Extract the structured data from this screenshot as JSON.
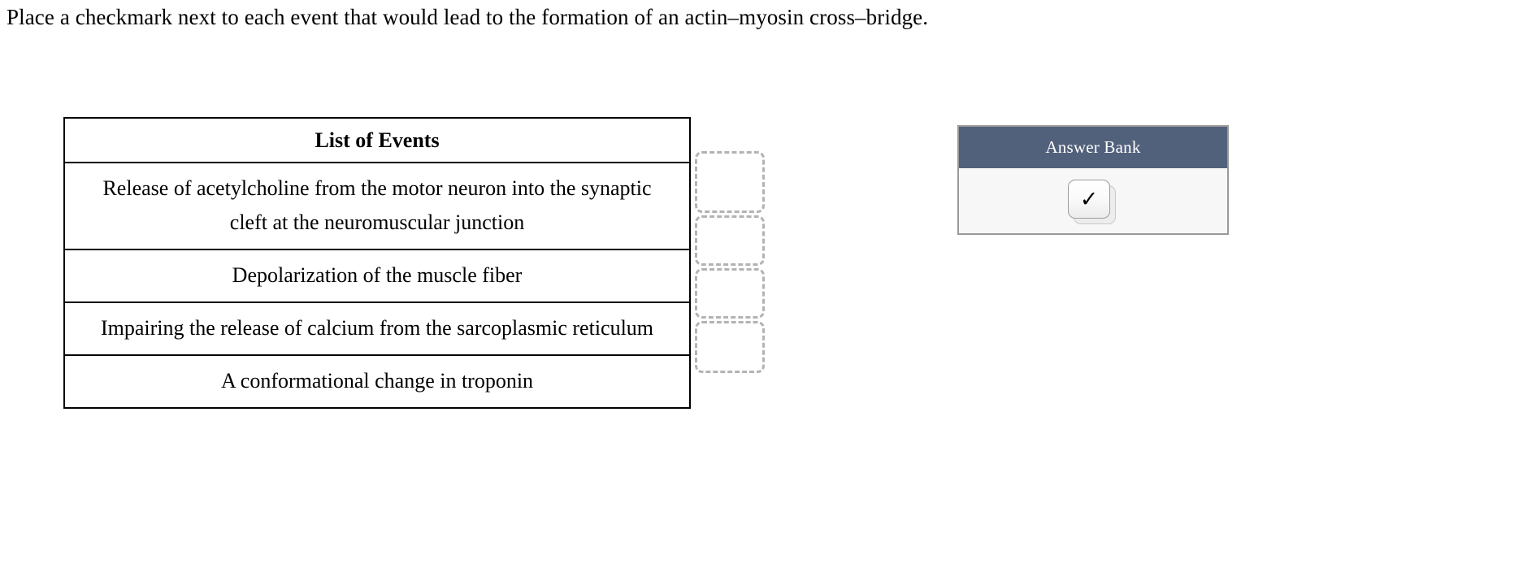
{
  "prompt": {
    "text": "Place a checkmark next to each event that would lead to the formation of an actin–myosin cross–bridge."
  },
  "events_table": {
    "header": "List of Events",
    "rows": [
      {
        "label": "Release of acetylcholine from the motor neuron into the synaptic cleft at the neuromuscular junction"
      },
      {
        "label": "Depolarization of the muscle fiber"
      },
      {
        "label": "Impairing the release of calcium from the sarcoplasmic reticulum"
      },
      {
        "label": "A conformational change in troponin"
      }
    ]
  },
  "dropzones": [
    {
      "content": ""
    },
    {
      "content": ""
    },
    {
      "content": ""
    },
    {
      "content": ""
    }
  ],
  "answer_bank": {
    "title": "Answer Bank",
    "items": [
      {
        "icon": "checkmark-icon",
        "glyph": "✓"
      }
    ]
  },
  "colors": {
    "answer_bank_header_bg": "#52617B",
    "answer_bank_body_bg": "#F7F7F7",
    "answer_bank_border": "#9A9A9A",
    "table_border": "#000000",
    "dropzone_border": "#B3B3B3",
    "text": "#000000"
  }
}
